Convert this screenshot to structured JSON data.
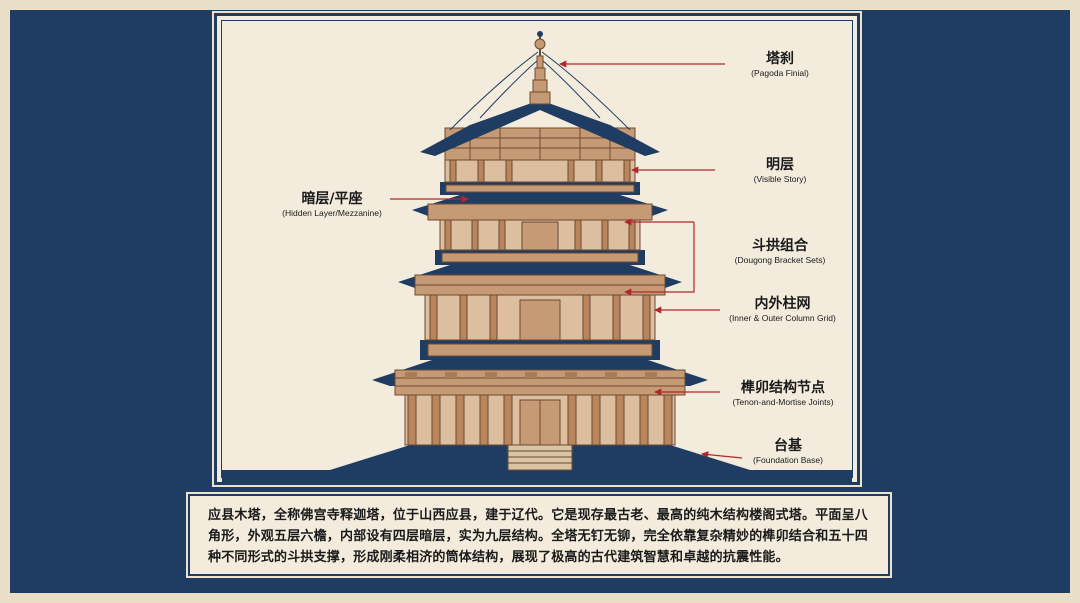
{
  "colors": {
    "navy": "#1f3c63",
    "parchment": "#f3ecdc",
    "wood": "#c79a76",
    "wood_dark": "#6b4a33",
    "leader": "#b0282a"
  },
  "labels": [
    {
      "id": "pagoda-finial",
      "cn": "塔刹",
      "en": "(Pagoda Finial)"
    },
    {
      "id": "visible-story",
      "cn": "明层",
      "en": "(Visible Story)"
    },
    {
      "id": "hidden-layer",
      "cn": "暗层/平座",
      "en": "(Hidden Layer/Mezzanine)"
    },
    {
      "id": "dougong",
      "cn": "斗拱组合",
      "en": "(Dougong Bracket Sets)"
    },
    {
      "id": "column-grid",
      "cn": "内外柱网",
      "en": "(Inner & Outer Column Grid)"
    },
    {
      "id": "tenon-mortise",
      "cn": "榫卯结构节点",
      "en": "(Tenon-and-Mortise Joints)"
    },
    {
      "id": "foundation",
      "cn": "台基",
      "en": "(Foundation Base)"
    }
  ],
  "description": "应县木塔，全称佛宫寺释迦塔，位于山西应县，建于辽代。它是现存最古老、最高的纯木结构楼阁式塔。平面呈八角形，外观五层六檐，内部设有四层暗层，实为九层结构。全塔无钉无铆，完全依靠复杂精妙的榫卯结合和五十四种不同形式的斗拱支撑，形成刚柔相济的筒体结构，展现了极高的古代建筑智慧和卓越的抗震性能。"
}
